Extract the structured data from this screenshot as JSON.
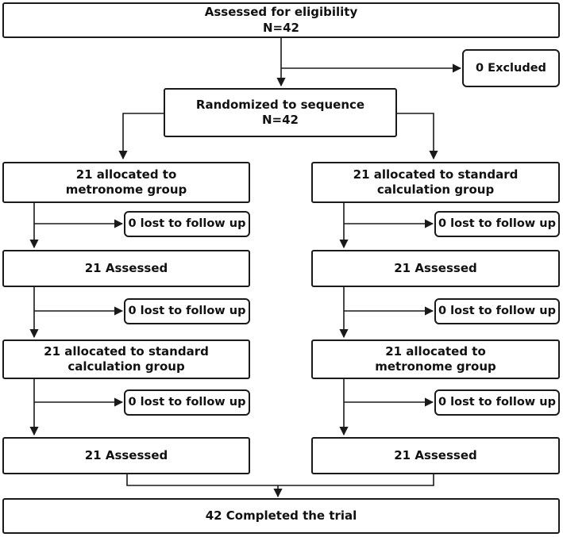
{
  "nodes": {
    "eligibility": {
      "line1": "Assessed for eligibility",
      "line2": "N=42"
    },
    "excluded": {
      "line1": "0 Excluded"
    },
    "randomized": {
      "line1": "Randomized to sequence",
      "line2": "N=42"
    },
    "left": {
      "alloc1": {
        "line1": "21 allocated to",
        "line2": "metronome group"
      },
      "lost1": {
        "line1": "0 lost to follow up"
      },
      "assessed1": {
        "line1": "21 Assessed"
      },
      "lost2": {
        "line1": "0 lost to follow up"
      },
      "alloc2": {
        "line1": "21 allocated to standard",
        "line2": "calculation group"
      },
      "lost3": {
        "line1": "0 lost to follow up"
      },
      "assessed2": {
        "line1": "21 Assessed"
      }
    },
    "right": {
      "alloc1": {
        "line1": "21 allocated to standard",
        "line2": "calculation group"
      },
      "lost1": {
        "line1": "0 lost to follow up"
      },
      "assessed1": {
        "line1": "21 Assessed"
      },
      "lost2": {
        "line1": "0 lost to follow up"
      },
      "alloc2": {
        "line1": "21 allocated to",
        "line2": "metronome group"
      },
      "lost3": {
        "line1": "0 lost to follow up"
      },
      "assessed2": {
        "line1": "21 Assessed"
      }
    },
    "completed": {
      "line1": "42 Completed the trial"
    }
  }
}
